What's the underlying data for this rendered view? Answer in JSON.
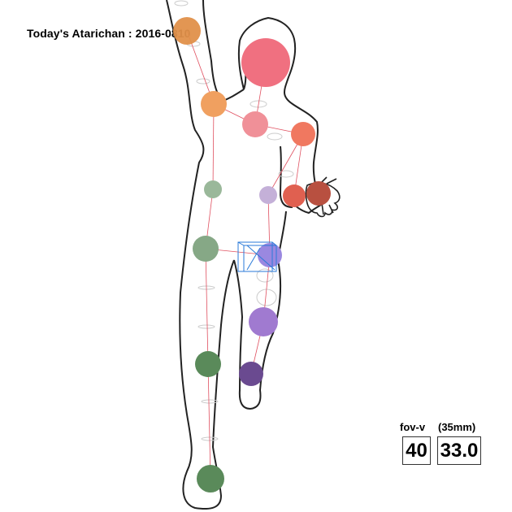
{
  "title": "Today's Atarichan : 2016-0810",
  "fov": {
    "vertical_label": "fov-v",
    "focal_label": "(35mm)",
    "vertical_value": "40",
    "focal_value": "33.0"
  },
  "colors": {
    "head": "#f07080",
    "chest": "#f09098",
    "right_arm": "#f0a060",
    "left_arm": "#f07860",
    "hand": "#b85040",
    "right_leg": "#5a8a5a",
    "left_leg": "#9a78d0",
    "left_foot": "#6a4a90",
    "bone_line": "#e05060",
    "outline": "#222222",
    "gizmo": "#2a7ad8"
  },
  "icons": [
    "rotation-gizmo-icon",
    "hand-icon"
  ]
}
